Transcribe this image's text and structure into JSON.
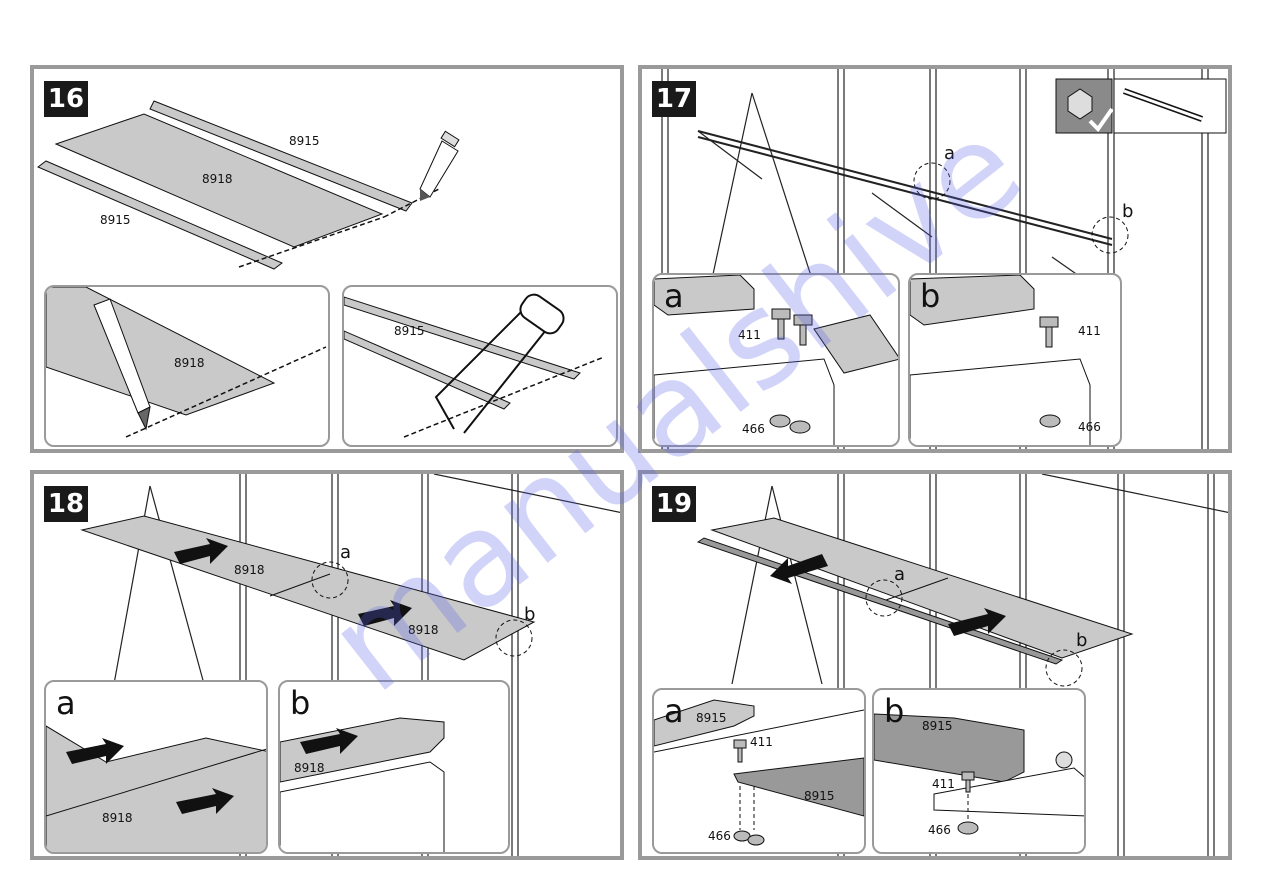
{
  "steps": [
    {
      "number": "16"
    },
    {
      "number": "17"
    },
    {
      "number": "18"
    },
    {
      "number": "19"
    }
  ],
  "parts": {
    "edge_profile": "8915",
    "shelf_board": "8918",
    "bolt": "411",
    "nut": "466"
  },
  "callouts": {
    "a": "a",
    "b": "b"
  },
  "watermark": "manualshive",
  "colors": {
    "panel_border": "#9a9a9a",
    "part_fill": "#c9c9c9",
    "step_badge": "#1a1a1a"
  }
}
